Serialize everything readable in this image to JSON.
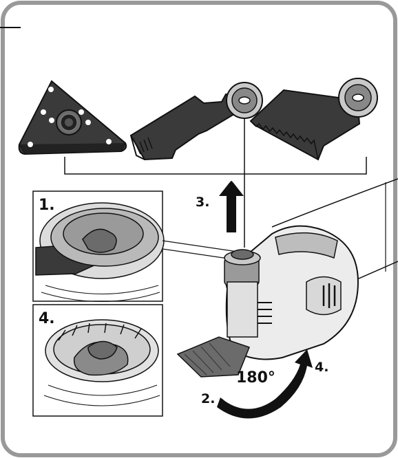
{
  "labels": {
    "step1": "1.",
    "step2": "2.",
    "step3": "3.",
    "step4_inset": "4.",
    "step4_arrow": "4.",
    "angle": "180°"
  },
  "colors": {
    "frame": "#999999",
    "dark_part": "#3a3a3a",
    "mid_part": "#6b6b6b",
    "light_part": "#c9c9c9",
    "line": "#111111"
  },
  "icons": [
    "sanding-pad-icon",
    "plunge-blade-icon",
    "toothed-blade-icon",
    "multitool-icon",
    "arrow-up-icon",
    "rotate-arrow-icon"
  ]
}
